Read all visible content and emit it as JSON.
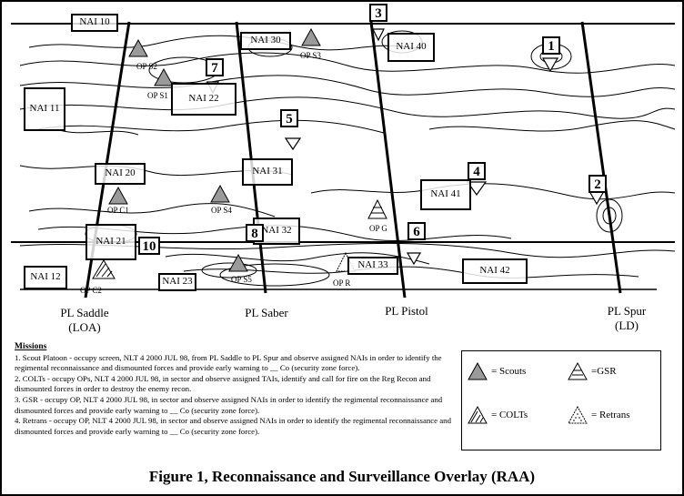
{
  "naiBoxes": [
    {
      "id": "nai-10",
      "label": "NAI 10"
    },
    {
      "id": "nai-30",
      "label": "NAI 30"
    },
    {
      "id": "nai-40",
      "label": "NAI 40"
    },
    {
      "id": "nai-11",
      "label": "NAI 11"
    },
    {
      "id": "nai-22",
      "label": "NAI 22"
    },
    {
      "id": "nai-20",
      "label": "NAI 20"
    },
    {
      "id": "nai-31",
      "label": "NAI 31"
    },
    {
      "id": "nai-41",
      "label": "NAI 41"
    },
    {
      "id": "nai-32",
      "label": "NAI 32"
    },
    {
      "id": "nai-21",
      "label": "NAI 21"
    },
    {
      "id": "nai-12",
      "label": "NAI 12"
    },
    {
      "id": "nai-23",
      "label": "NAI 23"
    },
    {
      "id": "nai-33",
      "label": "NAI 33"
    },
    {
      "id": "nai-42",
      "label": "NAI 42"
    }
  ],
  "numberedPoints": [
    "1",
    "2",
    "3",
    "4",
    "5",
    "6",
    "7",
    "8",
    "10"
  ],
  "opLabels": [
    "OP S1",
    "OP S2",
    "OP S3",
    "OP S4",
    "OP S5",
    "OP C1",
    "OP C2",
    "OP G",
    "OP R"
  ],
  "phaseLines": {
    "saddle": {
      "name": "PL Saddle",
      "sub": "(LOA)"
    },
    "saber": {
      "name": "PL Saber"
    },
    "pistol": {
      "name": "PL Pistol"
    },
    "spur": {
      "name": "PL Spur",
      "sub": "(LD)"
    }
  },
  "missions": {
    "title": "Missions",
    "items": [
      "1.  Scout Platoon - occupy screen, NLT 4 2000 JUL 98, from PL Saddle to PL Spur and observe assigned NAIs in order to identify the regimental reconnaissance and dismounted forces and provide early warning to __ Co (security zone force).",
      "2.  COLTs - occupy OPs, NLT 4 2000 JUL 98, in sector and observe assigned TAIs, identify and call for fire on the Reg Recon and dismounted forces in order to destroy the enemy recon.",
      "3.  GSR - occupy OP, NLT 4 2000 JUL 98, in sector and observe assigned NAIs in order to identify the regimental reconnaissance and dismounted forces and provide early warning to __ Co (security zone force).",
      "4.  Retrans - occupy OP, NLT 4 2000 JUL 98, in sector and observe assigned NAIs in order to identify the regimental reconnaissance and dismounted forces and provide early warning to __ Co (security zone force)."
    ]
  },
  "legend": {
    "scouts": "= Scouts",
    "gsr": "=GSR",
    "colts": "= COLTs",
    "retrans": "= Retrans"
  },
  "caption": "Figure 1, Reconnaissance and Surveillance Overlay (RAA)"
}
